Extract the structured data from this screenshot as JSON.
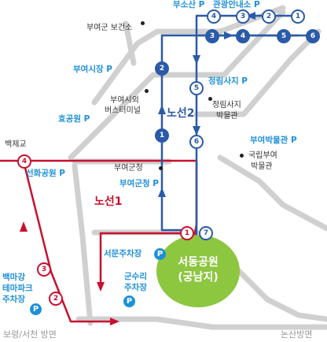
{
  "landmarks": {
    "health_center": "부여군 보건소",
    "bus_terminal_line1": "부여시외",
    "bus_terminal_line2": "버스터미널",
    "jeongnimsaji_museum_line1": "정림사지",
    "jeongnimsaji_museum_line2": "박물관",
    "national_museum_line1": "국립부여",
    "national_museum_line2": "박물관",
    "county_office": "부여군청",
    "baekjegyo": "백제교"
  },
  "parking": {
    "busosan": "부소산 P",
    "tourist_info": "관광안내소 P",
    "buyeo_market": "부여시장 P",
    "jeongnimsaji": "정림사지 P",
    "hyo_park": "효공원 P",
    "buyeo_museum": "부여박물관 P",
    "seonhwa_park": "선화공원 P",
    "county_office": "부여군청 P",
    "seomun_lot": "서문주차장",
    "gunsuri_line1": "군수리",
    "gunsuri_line2": "주차장",
    "baekmagang_line1": "백마강",
    "baekmagang_line2": "테마파크",
    "baekmagang_line3": "주차장",
    "p_symbol": "P"
  },
  "routes": {
    "line1": {
      "label": "노선1",
      "color": "#c8102e"
    },
    "line2": {
      "label": "노선2",
      "color": "#2a5aa8"
    }
  },
  "destination": {
    "line1": "서동공원",
    "line2": "(궁남지)",
    "color": "#8dc63f"
  },
  "directions": {
    "southwest": "보령/서천 방면",
    "southeast": "논산방면"
  },
  "stops": {
    "line2_top": [
      "1",
      "2",
      "3",
      "4"
    ],
    "line2_mid": [
      "6",
      "5",
      "4",
      "3"
    ],
    "line2_left": [
      "2",
      "1"
    ],
    "line2_right": [
      "5",
      "6"
    ],
    "line2_end": "7",
    "line1": [
      "4",
      "1",
      "2",
      "3"
    ]
  }
}
